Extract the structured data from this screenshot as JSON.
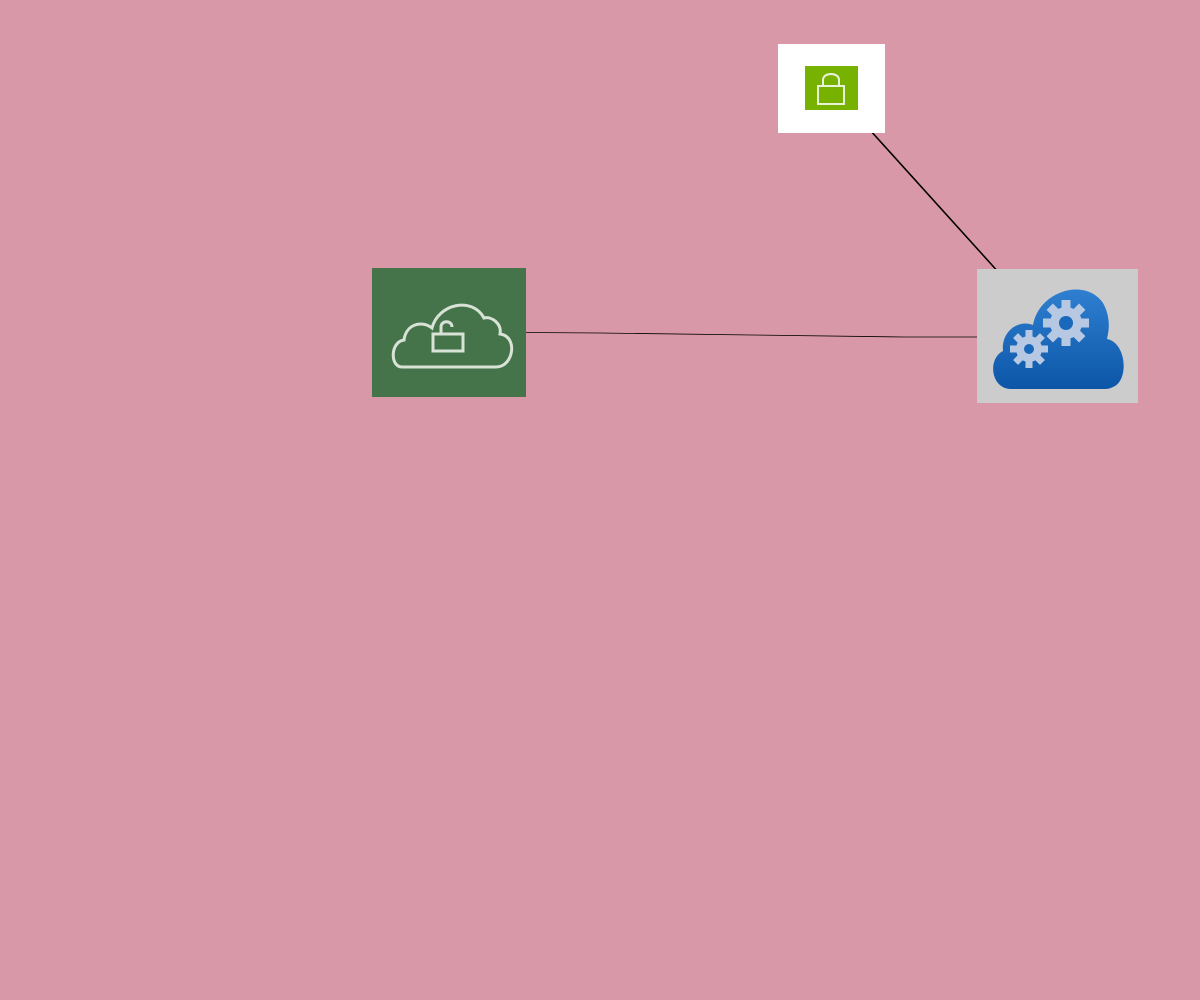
{
  "diagram": {
    "background": "#d898a7",
    "nodes": [
      {
        "id": "cloud-unlock",
        "icon": "cloud-unlock-icon",
        "fill": "#45744b",
        "stroke": "#d8e2d6"
      },
      {
        "id": "lock",
        "icon": "lock-icon",
        "frame": "#ffffff",
        "fill": "#77b200",
        "stroke": "#e9f2d8"
      },
      {
        "id": "cloud-gears",
        "icon": "cloud-gears-icon",
        "frame": "#cccccc",
        "fill": "#1a68bb",
        "gear": "#b7c9e2"
      }
    ],
    "edges": [
      {
        "from": "cloud-unlock",
        "to": "cloud-gears",
        "arrowhead": false
      },
      {
        "from": "cloud-gears",
        "to": "lock",
        "arrowhead": true
      },
      {
        "from": "lock",
        "to": "cloud-gears",
        "arrowhead": true
      }
    ],
    "edge_color": "#000000"
  }
}
